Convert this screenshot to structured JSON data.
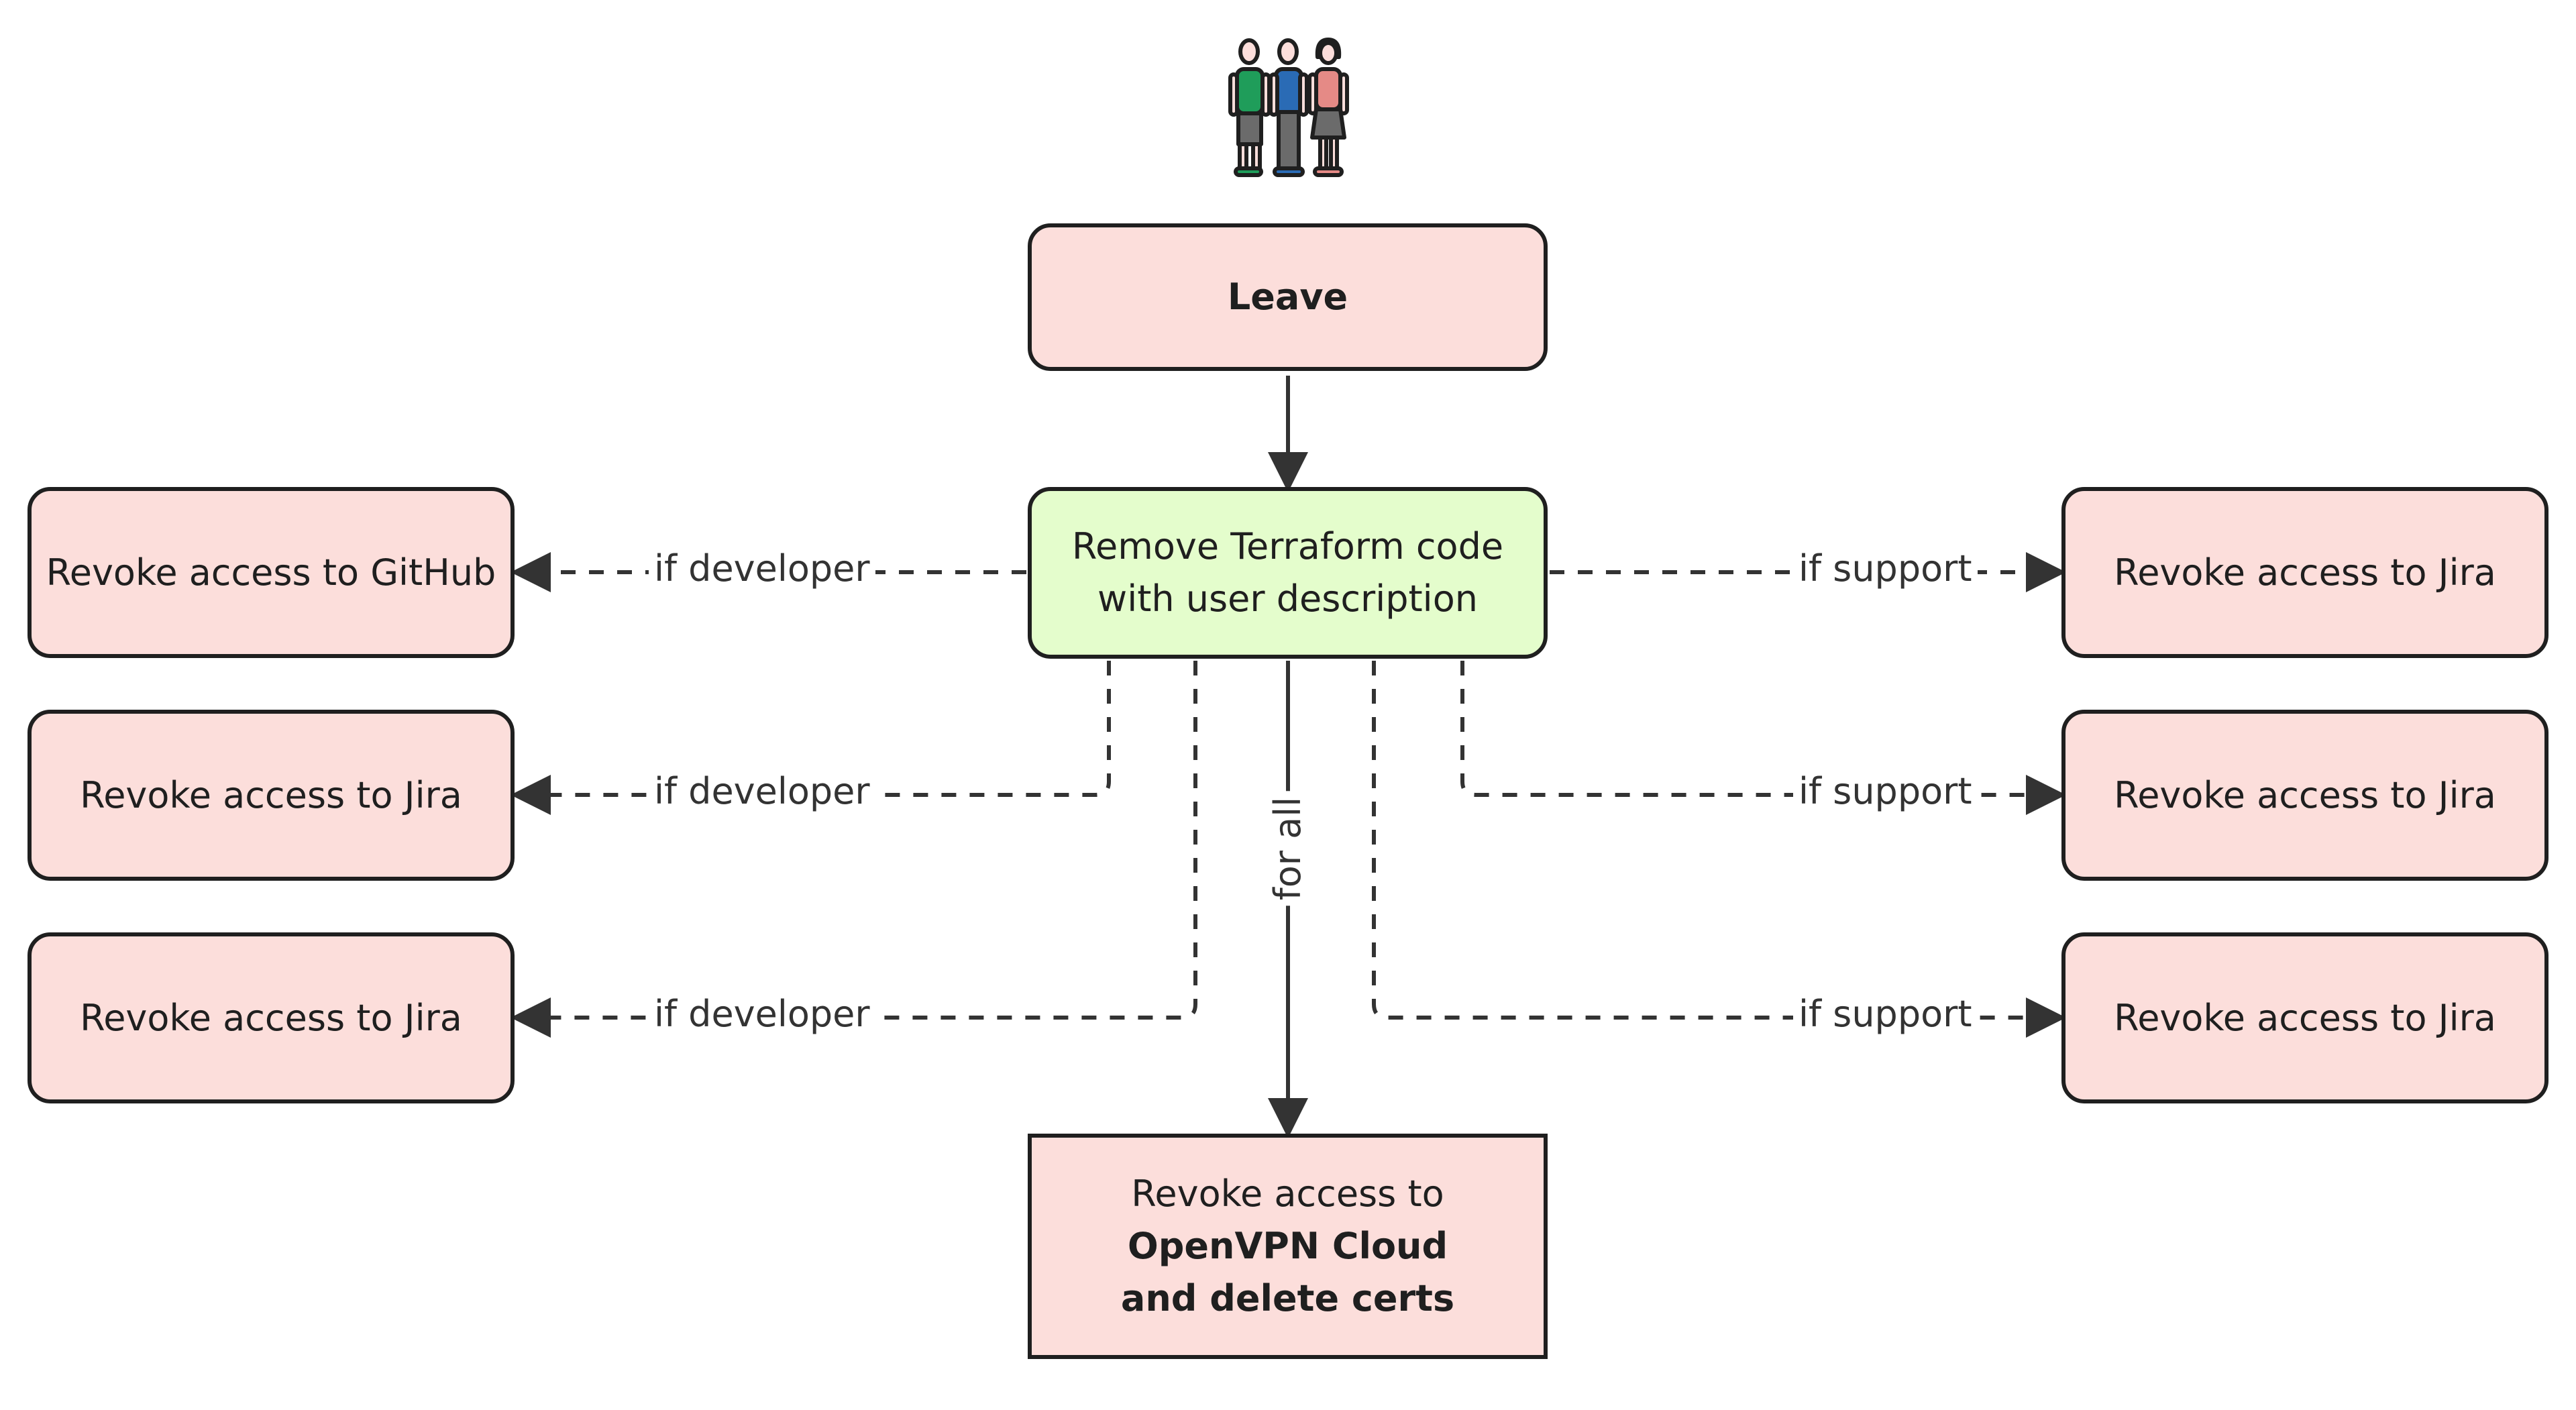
{
  "colors": {
    "node_fill": "#fcdedb",
    "start_fill": "#e4fdcc",
    "border": "#1f1f1f",
    "edge": "#333333"
  },
  "icon": "team-people-icon",
  "nodes": {
    "leave": "Leave",
    "remove": [
      "Remove Terraform code",
      "with user description"
    ],
    "left": [
      "Revoke access to GitHub",
      "Revoke access to Jira",
      "Revoke access to Jira"
    ],
    "right": [
      "Revoke access to Jira",
      "Revoke access to Jira",
      "Revoke access to Jira"
    ],
    "bottom": [
      "Revoke access to",
      "OpenVPN Cloud",
      "and delete certs"
    ]
  },
  "edges": {
    "developer": [
      "if developer",
      "if developer",
      "if developer"
    ],
    "support": [
      "if support",
      "if support",
      "if support"
    ],
    "all": "for all"
  }
}
